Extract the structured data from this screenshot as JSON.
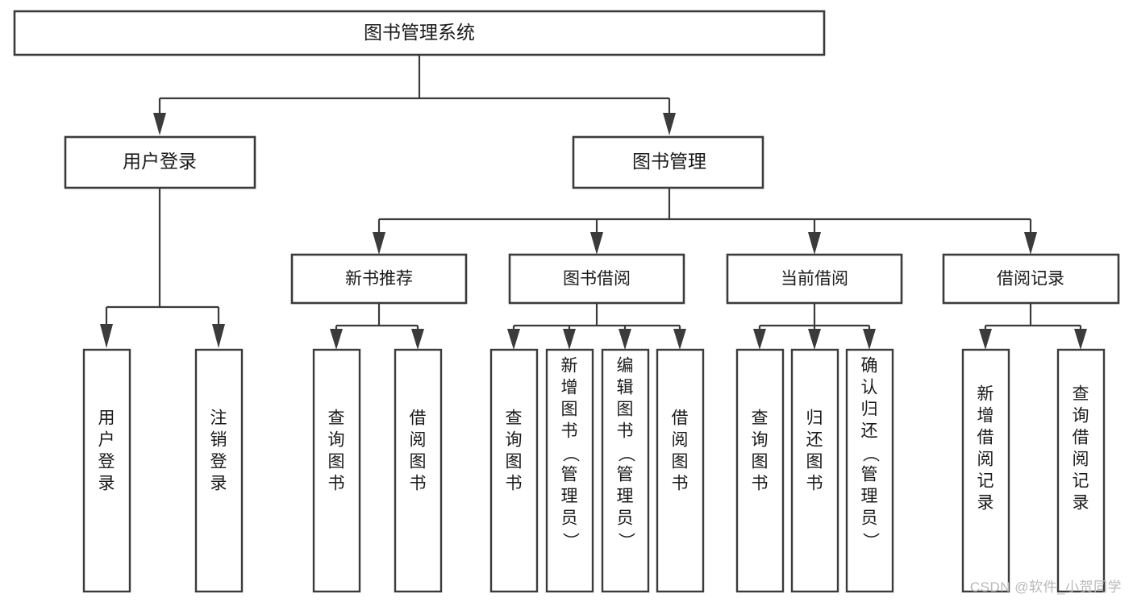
{
  "diagram": {
    "title": "图书管理系统",
    "type": "tree-hierarchy-chart",
    "root": {
      "label": "图书管理系统"
    },
    "level2": [
      {
        "label": "用户登录"
      },
      {
        "label": "图书管理"
      }
    ],
    "level3": [
      {
        "label": "新书推荐"
      },
      {
        "label": "图书借阅"
      },
      {
        "label": "当前借阅"
      },
      {
        "label": "借阅记录"
      }
    ],
    "leaves": {
      "user_login": [
        {
          "label": "用户登录"
        },
        {
          "label": "注销登录"
        }
      ],
      "new_book": [
        {
          "label": "查询图书"
        },
        {
          "label": "借阅图书"
        }
      ],
      "book_borrow": [
        {
          "label": "查询图书"
        },
        {
          "label": "新增图书（管理员）"
        },
        {
          "label": "编辑图书（管理员）"
        },
        {
          "label": "借阅图书"
        }
      ],
      "current_borrow": [
        {
          "label": "查询图书"
        },
        {
          "label": "归还图书"
        },
        {
          "label": "确认归还（管理员）"
        }
      ],
      "borrow_record": [
        {
          "label": "新增借阅记录"
        },
        {
          "label": "查询借阅记录"
        }
      ]
    }
  },
  "watermark": {
    "text": "CSDN @软件_小贺同学"
  },
  "colors": {
    "stroke": "#3b3b3b",
    "fill": "#ffffff",
    "text": "#1a1a1a",
    "watermark": "#b9b9b9"
  }
}
